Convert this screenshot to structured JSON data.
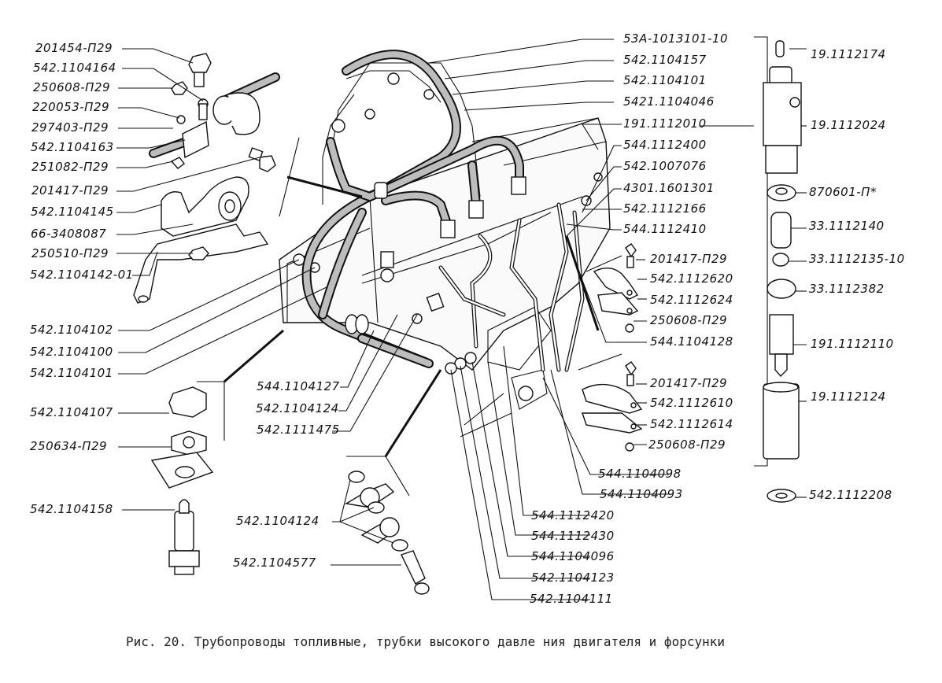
{
  "figure": {
    "caption": "Рис. 20. Трубопроводы топливные, трубки высокого давле ния двигателя и форсунки"
  },
  "labels": {
    "left_bracket_group": [
      "201454-П29",
      "542.1104164",
      "250608-П29",
      "220053-П29",
      "297403-П29",
      "542.1104163",
      "251082-П29",
      "201417-П29",
      "542.1104145",
      "66-3408087",
      "250510-П29",
      "542.1104142-01"
    ],
    "left_hose_group": [
      "542.1104102",
      "542.1104100",
      "542.1104101"
    ],
    "left_fitting_group": [
      "542.1104107",
      "250634-П29",
      "542.1104158"
    ],
    "center_lower_left": [
      "544.1104127",
      "542.1104124",
      "542.1111475"
    ],
    "banjo_group": [
      "542.1104124",
      "542.1104577"
    ],
    "top_right_group": [
      "53А-1013101-10",
      "542.1104157",
      "542.1104101",
      "5421.1104046",
      "191.1112010",
      "544.1112400",
      "542.1007076",
      "4301.1601301",
      "542.1112166",
      "544.1112410"
    ],
    "clamp_group_upper": [
      "201417-П29",
      "542.1112620",
      "542.1112624",
      "250608-П29",
      "544.1104128"
    ],
    "clamp_group_lower": [
      "201417-П29",
      "542.1112610",
      "542.1112614",
      "250608-П29"
    ],
    "bottom_pipes": [
      "544.1104098",
      "544.1104093",
      "544.1112420",
      "544.1112430",
      "544.1104096",
      "542.1104123",
      "542.1104111"
    ],
    "injector_group": [
      "19.1112174",
      "19.1112024",
      "870601-П*",
      "33.1112140",
      "33.1112135-10",
      "33.1112382",
      "191.1112110",
      "19.1112124",
      "542.1112208"
    ]
  }
}
